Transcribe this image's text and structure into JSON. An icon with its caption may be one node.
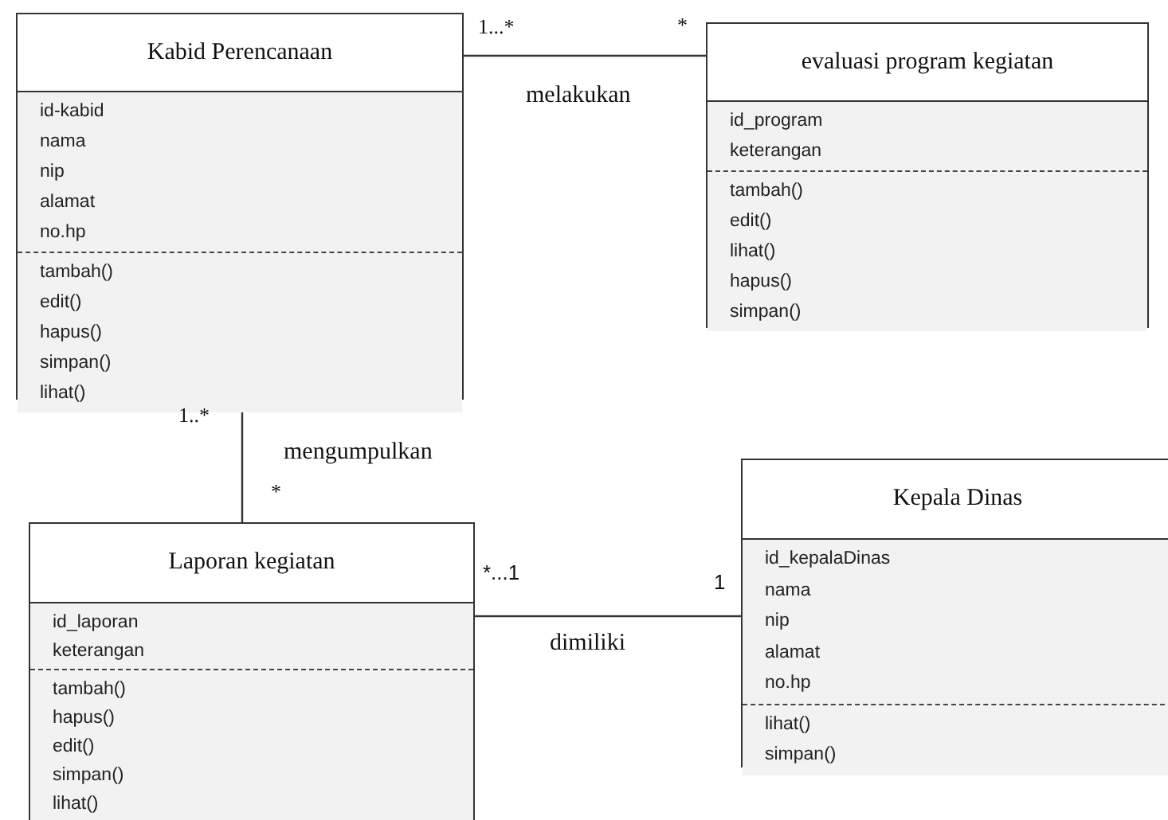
{
  "diagram": {
    "nodes": [
      {
        "text": [
          "Kabid Perencanaan"
        ]
      },
      {
        "text": [
          "id-kabid",
          "nama",
          "nip",
          "alamat",
          "no.hp"
        ],
        "in": 0
      },
      {
        "text": [
          "tambah()",
          "edit()",
          "hapus()",
          "simpan()",
          "lihat()"
        ],
        "in": 0
      },
      {
        "text": [
          "evaluasi program kegiatan"
        ]
      },
      {
        "text": [
          "id_program",
          "keterangan"
        ],
        "in": 3
      },
      {
        "text": [
          "tambah()",
          "edit()",
          "lihat()",
          "hapus()",
          "simpan()"
        ],
        "in": 3
      },
      {
        "text": [
          "Laporan kegiatan"
        ]
      },
      {
        "text": [
          "id_laporan",
          "keterangan"
        ],
        "in": 6
      },
      {
        "text": [
          "tambah()",
          "hapus()",
          "edit()",
          "simpan()",
          "lihat()"
        ],
        "in": 6
      },
      {
        "text": [
          "Kepala Dinas"
        ]
      },
      {
        "text": [
          "id_kepalaDinas",
          "nama",
          "nip",
          "alamat",
          "no.hp"
        ],
        "in": 9
      },
      {
        "text": [
          "lihat()",
          "simpan()"
        ],
        "in": 9
      }
    ],
    "edges": [
      {
        "from": 0,
        "to": 3,
        "arrow": "none",
        "label": "melakukan"
      },
      {
        "from": 0,
        "to": 6,
        "arrow": "none",
        "label": "mengumpulkan"
      },
      {
        "from": 6,
        "to": 9,
        "arrow": "none",
        "label": "dimiliki"
      }
    ],
    "labels": [
      "1...*",
      "*",
      "1..*",
      "*",
      "*...1",
      "1"
    ]
  }
}
